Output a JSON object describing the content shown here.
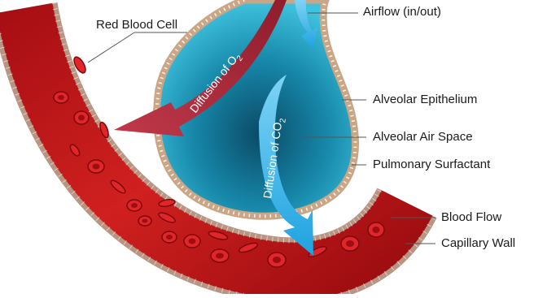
{
  "diagram": {
    "labels": {
      "red_blood_cell": "Red Blood Cell",
      "airflow": "Airflow (in/out)",
      "alveolar_epithelium": "Alveolar Epithelium",
      "alveolar_air_space": "Alveolar Air Space",
      "pulmonary_surfactant": "Pulmonary Surfactant",
      "blood_flow": "Blood Flow",
      "capillary_wall": "Capillary Wall"
    },
    "arrows": {
      "o2_prefix": "Diffusion of O",
      "o2_sub": "2",
      "co2_prefix": "Diffusion of CO",
      "co2_sub": "2"
    }
  },
  "colors": {
    "blood": "#c4161c",
    "blood_dark": "#8f0d10",
    "alveolus": "#1f8fb0",
    "alveolus_dark": "#0a4f69",
    "surfactant": "#d8b48c",
    "o2_arrow": "#b3293a",
    "co2_arrow": "#33b4ea"
  }
}
